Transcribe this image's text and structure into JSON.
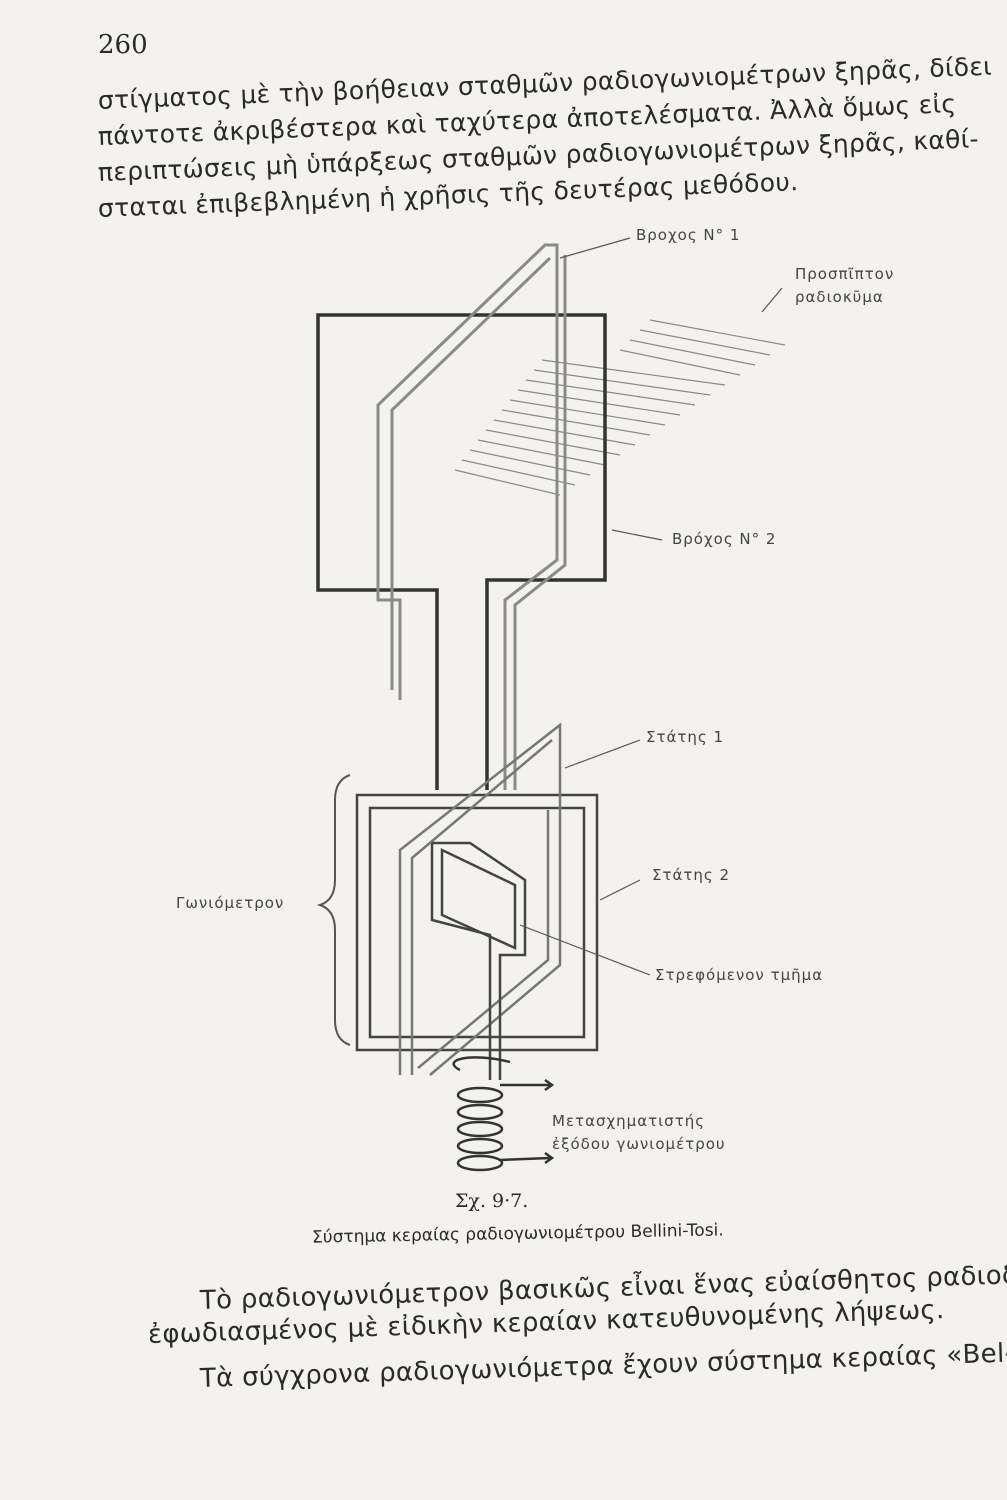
{
  "page_number": "260",
  "top_paragraph": [
    "στίγματος μὲ τὴν βοήθειαν σταθμῶν ραδιογωνιομέτρων ξηρᾶς, δίδει",
    "πάντοτε ἀκριβέστερα καὶ ταχύτερα ἀποτελέσματα. Ἀλλὰ ὅμως εἰς",
    "περιπτώσεις μὴ ὑπάρξεως σταθμῶν ραδιογωνιομέτρων ξηρᾶς, καθί-",
    "σταται ἐπιβεβλημένη ἡ χρῆσις τῆς δευτέρας μεθόδου."
  ],
  "figure": {
    "labels": {
      "loop1": "Βροχος Ν° 1",
      "incident_wave_1": "Προσπῖπτον",
      "incident_wave_2": "ραδιοκῦμα",
      "loop2": "Βρόχος Ν° 2",
      "stator1": "Στάτης 1",
      "stator2": "Στάτης 2",
      "goniometer": "Γωνιόμετρον",
      "rotor": "Στρεφόμενον τμῆμα",
      "transformer_1": "Μετασχηματιστής",
      "transformer_2": "ἐξόδου γωνιομέτρου"
    },
    "caption_number": "Σχ. 9·7.",
    "caption_text": "Σύστημα κεραίας ραδιογωνιομέτρου Bellini-Tosi."
  },
  "bottom_paragraph": [
    "Τὸ ραδιογωνιόμετρον βασικῶς εἶναι ἕνας εὐαίσθητος ραδιοδέκτης",
    "ἐφωδιασμένος μὲ εἰδικὴν κεραίαν κατευθυνομένης λήψεως.",
    "Τὰ σύγχρονα ραδιογωνιόμετρα ἔχουν σύστημα κεραίας «Bel-"
  ]
}
